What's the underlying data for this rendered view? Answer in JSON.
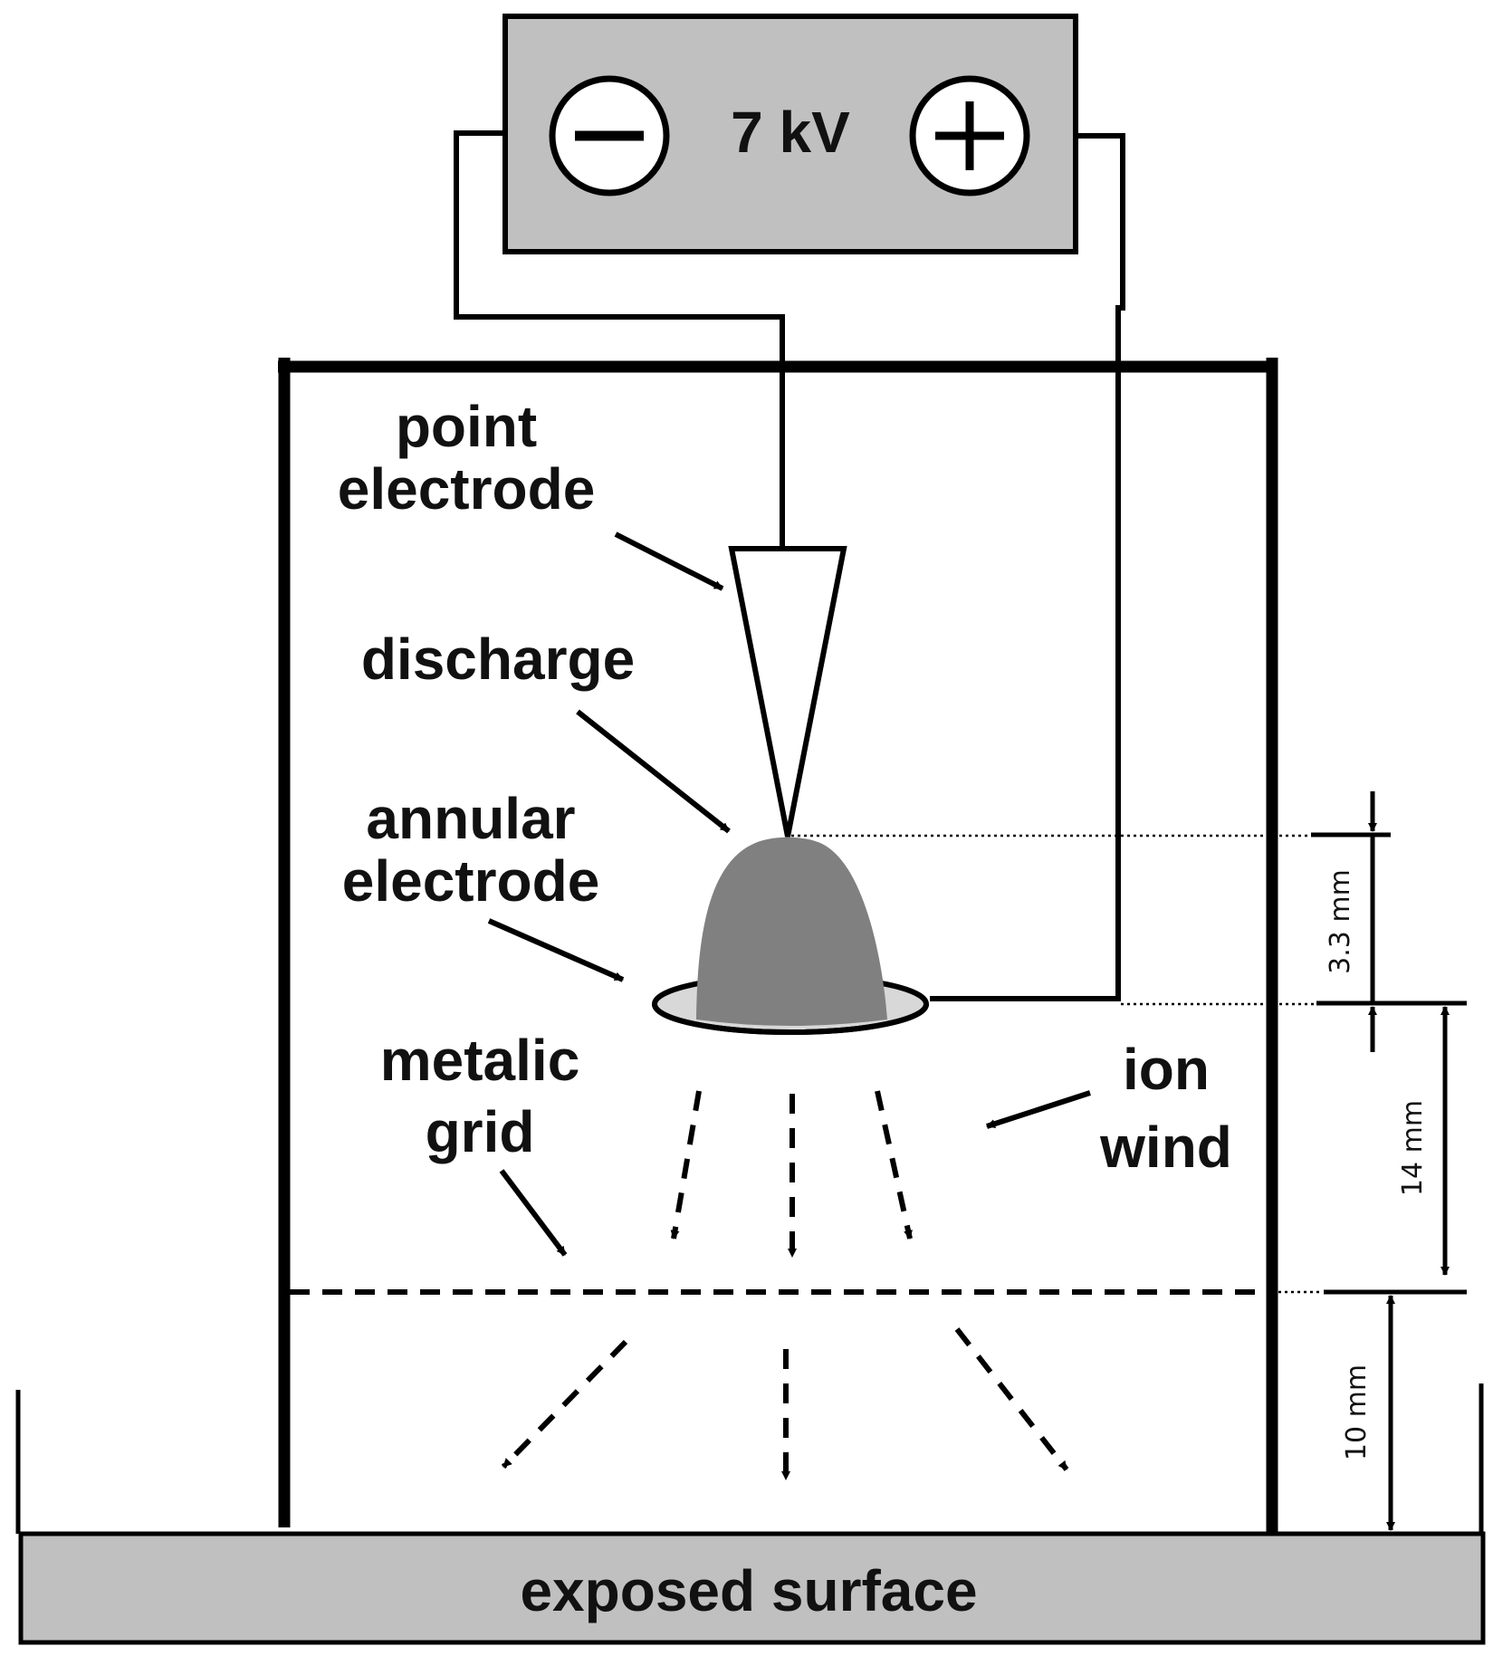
{
  "power_supply": {
    "voltage_label": "7 kV",
    "negative_terminal": "minus-icon",
    "positive_terminal": "plus-icon"
  },
  "labels": {
    "point_electrode_line1": "point",
    "point_electrode_line2": "electrode",
    "discharge": "discharge",
    "annular_electrode_line1": "annular",
    "annular_electrode_line2": "electrode",
    "metalic_grid_line1": "metalic",
    "metalic_grid_line2": "grid",
    "ion_wind_line1": "ion",
    "ion_wind_line2": "wind",
    "exposed_surface": "exposed surface"
  },
  "dimensions": {
    "gap_tip_to_ring": "3.3 mm",
    "gap_ring_to_grid": "14 mm",
    "gap_grid_to_surface": "10 mm"
  },
  "colors": {
    "stroke": "#000000",
    "panel_fill": "#c0c0c0",
    "discharge_fill": "#808080",
    "ring_fill": "#d8d8d8"
  }
}
